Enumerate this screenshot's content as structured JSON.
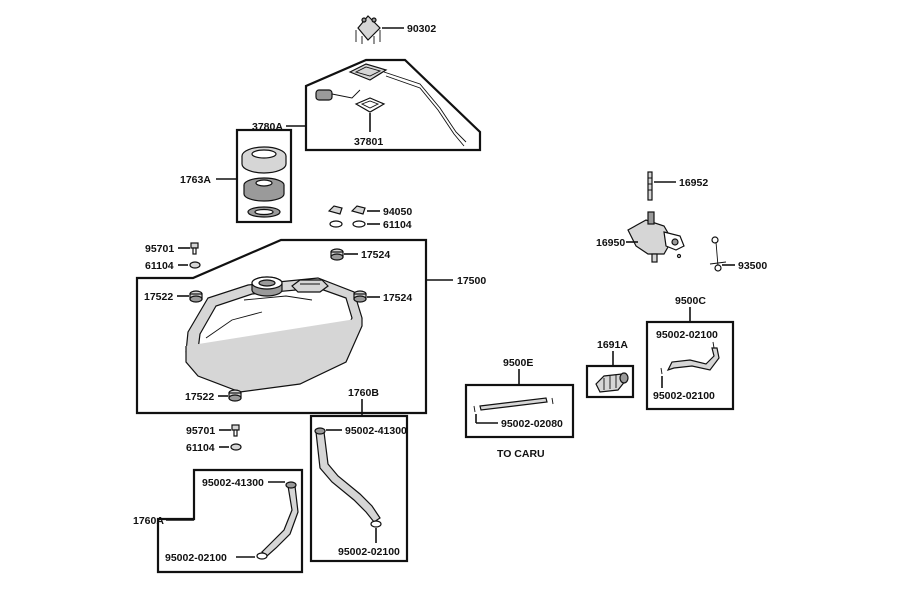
{
  "diagram": {
    "labels": {
      "p90302": "90302",
      "p3780A": "3780A",
      "p37801": "37801",
      "p1763A": "1763A",
      "p94050": "94050",
      "p61104a": "61104",
      "p95701a": "95701",
      "p61104b": "61104",
      "p17524a": "17524",
      "p17500": "17500",
      "p17522a": "17522",
      "p17524b": "17524",
      "p17522b": "17522",
      "p95701b": "95701",
      "p61104c": "61104",
      "p1760B": "1760B",
      "p95002_41300a": "95002-41300",
      "p95002_41300b": "95002-41300",
      "p1760A": "1760A",
      "p95002_02100a": "95002-02100",
      "p95002_02100b": "95002-02100",
      "p16952": "16952",
      "p16950": "16950",
      "p93500": "93500",
      "p9500C": "9500C",
      "p95002_02100c": "95002-02100",
      "p95002_02100d": "95002-02100",
      "p1691A": "1691A",
      "p9500E": "9500E",
      "p95002_02080": "95002-02080",
      "toCaru": "TO CARU"
    }
  }
}
